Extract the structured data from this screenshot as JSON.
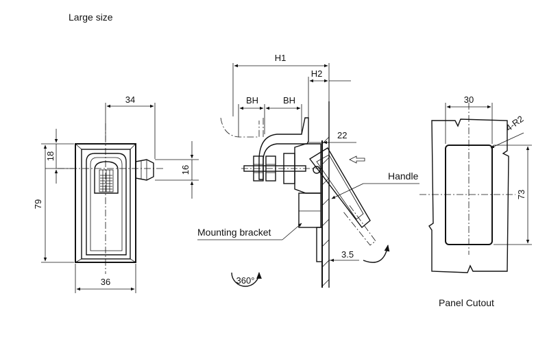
{
  "title": "Large size",
  "front_view": {
    "dims": {
      "width_top": "34",
      "height_top": "18",
      "height_total": "79",
      "width_bottom": "36",
      "height_right": "16"
    }
  },
  "side_view": {
    "dims": {
      "h1": "H1",
      "h2": "H2",
      "bh_left": "BH",
      "bh_right": "BH",
      "dim_22": "22",
      "dim_3_5": "3.5"
    },
    "labels": {
      "handle": "Handle",
      "bracket": "Mounting bracket"
    },
    "rotation": "360°"
  },
  "cutout": {
    "dims": {
      "width": "30",
      "height": "73",
      "radius": "4-R2"
    },
    "caption": "Panel Cutout"
  }
}
